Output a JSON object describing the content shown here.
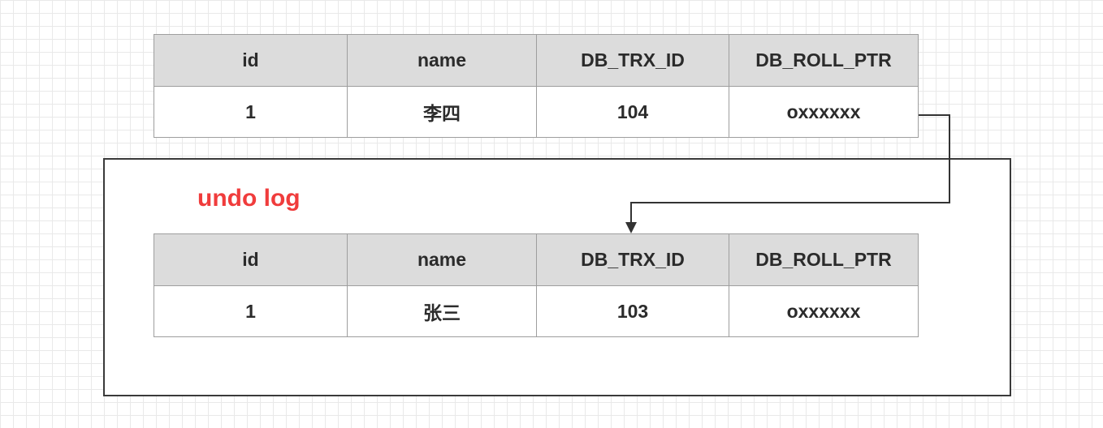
{
  "current_record": {
    "headers": [
      "id",
      "name",
      "DB_TRX_ID",
      "DB_ROLL_PTR"
    ],
    "row": [
      "1",
      "李四",
      "104",
      "oxxxxxx"
    ]
  },
  "undo_log": {
    "title": "undo log",
    "headers": [
      "id",
      "name",
      "DB_TRX_ID",
      "DB_ROLL_PTR"
    ],
    "row": [
      "1",
      "张三",
      "103",
      "oxxxxxx"
    ]
  },
  "colors": {
    "title_red": "#f03c3c",
    "header_bg": "#dcdcdc",
    "border": "#9e9e9e",
    "arrow": "#333333"
  }
}
